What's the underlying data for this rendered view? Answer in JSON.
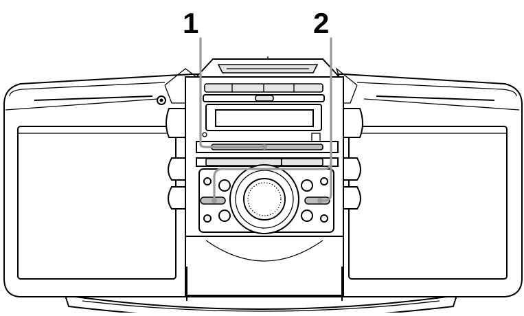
{
  "callouts": [
    {
      "id": "1",
      "label": "1",
      "target": "disc-tray-slot"
    },
    {
      "id": "2",
      "label": "2",
      "target": "right-side-button"
    }
  ],
  "colors": {
    "outline": "#000000",
    "body": "#ffffff",
    "speaker_panel": "#ffffff",
    "button_fill": "#e6e6e6",
    "highlight_leader": "#9a9a9a"
  },
  "icons": {
    "jog_dial": "jog-dial-icon",
    "headphone_jack": "headphone-jack-icon"
  }
}
